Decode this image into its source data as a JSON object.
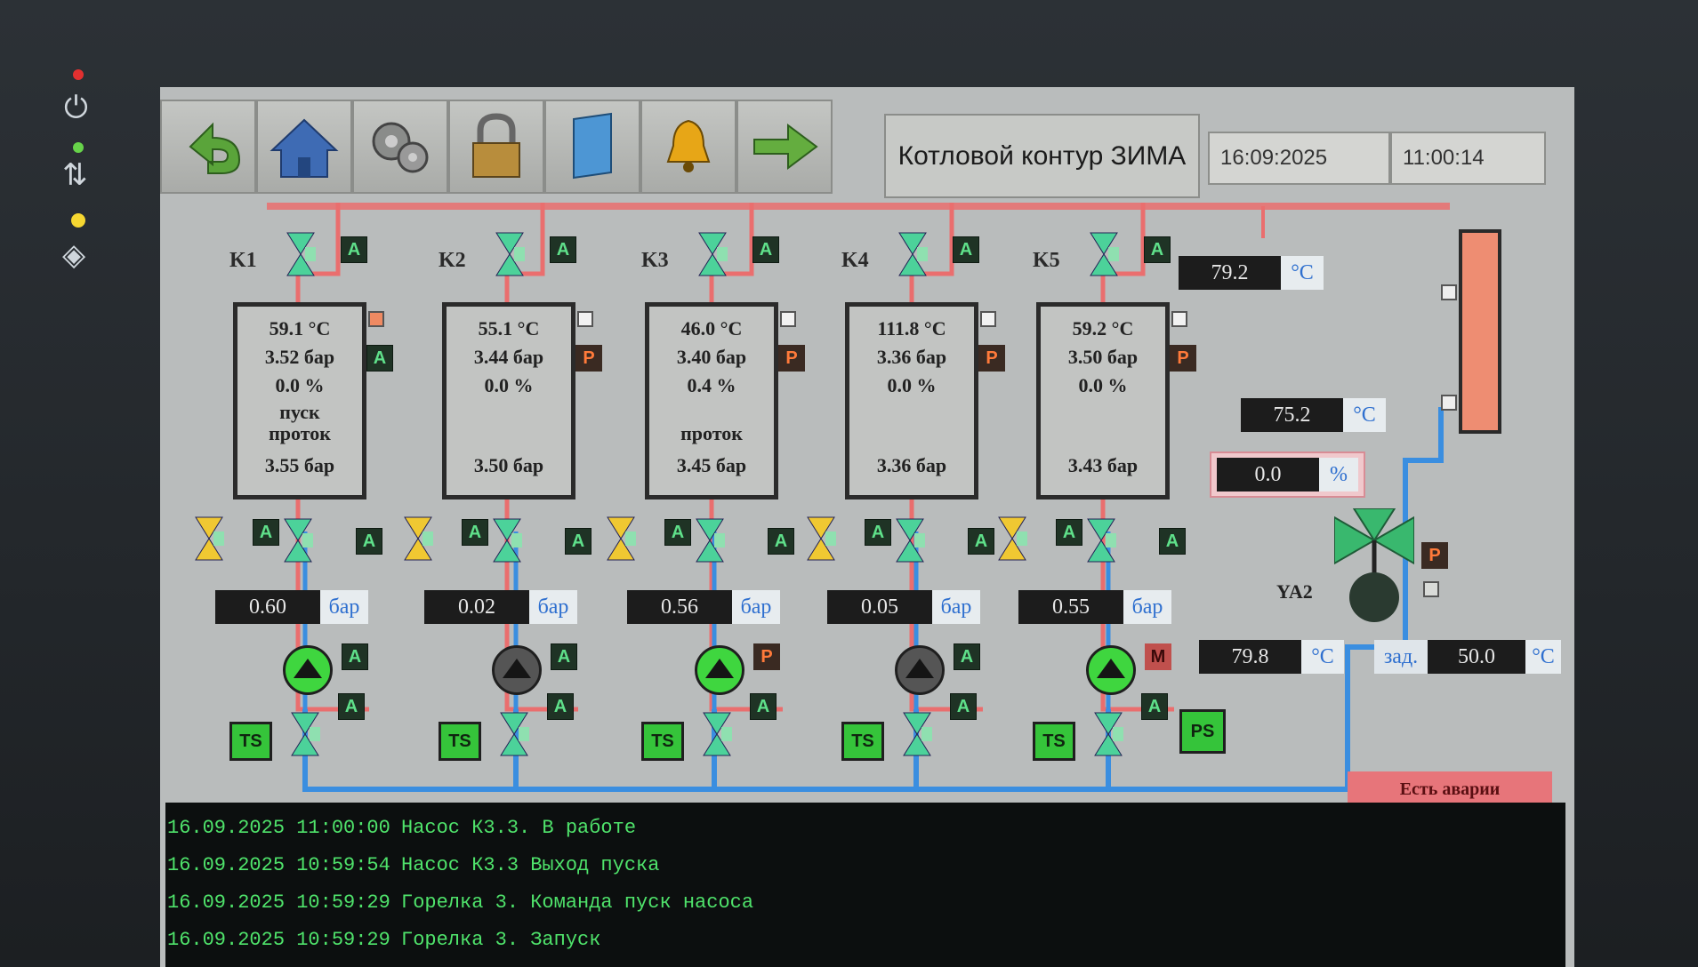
{
  "toolbar": {
    "title": "Котловой контур ЗИМА",
    "date": "16:09:2025",
    "time": "11:00:14",
    "buttons": [
      "back-icon",
      "home-icon",
      "settings-icon",
      "lock-icon",
      "book-icon",
      "bell-icon",
      "forward-icon"
    ]
  },
  "boilers": [
    {
      "label": "K1",
      "temp": "59.1 °C",
      "pressure": "3.52 бар",
      "percent": "0.0 %",
      "status1": "пуск",
      "status2": "проток",
      "pressure2": "3.55 бар",
      "mode": "A",
      "flow": "0.60",
      "flow_unit": "бар",
      "pump_mode": "A"
    },
    {
      "label": "K2",
      "temp": "55.1 °C",
      "pressure": "3.44 бар",
      "percent": "0.0 %",
      "status1": "",
      "status2": "",
      "pressure2": "3.50 бар",
      "mode": "P",
      "flow": "0.02",
      "flow_unit": "бар",
      "pump_mode": "A"
    },
    {
      "label": "K3",
      "temp": "46.0 °C",
      "pressure": "3.40 бар",
      "percent": "0.4 %",
      "status1": "",
      "status2": "проток",
      "pressure2": "3.45 бар",
      "mode": "P",
      "flow": "0.56",
      "flow_unit": "бар",
      "pump_mode": "P"
    },
    {
      "label": "K4",
      "temp": "111.8 °C",
      "pressure": "3.36 бар",
      "percent": "0.0 %",
      "status1": "",
      "status2": "",
      "pressure2": "3.36 бар",
      "mode": "P",
      "flow": "0.05",
      "flow_unit": "бар",
      "pump_mode": "A"
    },
    {
      "label": "K5",
      "temp": "59.2 °C",
      "pressure": "3.50 бар",
      "percent": "0.0 %",
      "status1": "",
      "status2": "",
      "pressure2": "3.43 бар",
      "mode": "P",
      "flow": "0.55",
      "flow_unit": "бар",
      "pump_mode": "M"
    }
  ],
  "valve_mode": "A",
  "ts_label": "TS",
  "ps_label": "PS",
  "right": {
    "t_supply": "79.2",
    "t_mid": "75.2",
    "valve_pct": "0.0",
    "valve_pct_unit": "%",
    "valve_label": "YA2",
    "valve_mode": "P",
    "t_return": "79.8",
    "setpoint_label": "зад.",
    "setpoint": "50.0",
    "unit_c": "°C",
    "alarm": "Есть аварии"
  },
  "log": [
    {
      "time": "16.09.2025 11:00:00",
      "msg": "Насос К3.3. В работе"
    },
    {
      "time": "16.09.2025 10:59:54",
      "msg": "Насос К3.3 Выход пуска"
    },
    {
      "time": "16.09.2025 10:59:29",
      "msg": "Горелка 3. Команда пуск насоса"
    },
    {
      "time": "16.09.2025 10:59:29",
      "msg": "Горелка 3. Запуск"
    }
  ],
  "colors": {
    "pipe_hot": "#ea6e6e",
    "pipe_cold": "#3a8ee0",
    "valve": "#4cd29a",
    "valve_alt": "#f0c832",
    "pump_on": "#3fd63f",
    "pump_off": "#555555"
  }
}
